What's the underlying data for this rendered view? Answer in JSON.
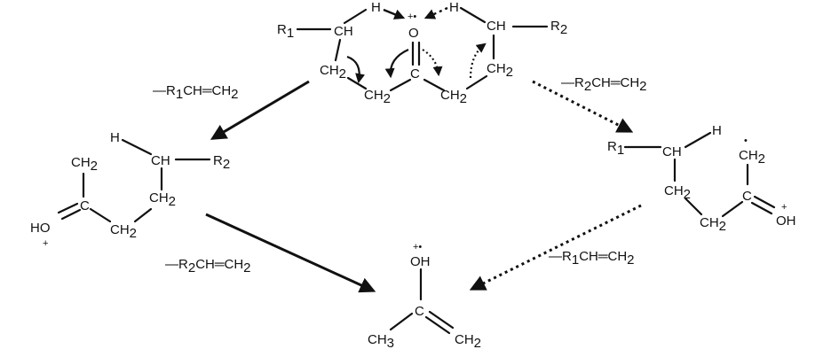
{
  "labels": {
    "r1": "R",
    "r2": "R",
    "sub_1": "1",
    "sub_2": "2",
    "sub_2h": "2",
    "sub_3": "3",
    "ch": "CH",
    "ch2": "CH",
    "ch3": "CH",
    "h": "H",
    "o": "O",
    "c": "C",
    "oh": "OH",
    "ho": "HO",
    "plus": "+",
    "radical_plus": "+•",
    "dot": "•",
    "eq": "=",
    "dash": "—"
  },
  "eliminations": {
    "left_top": "—R1CH=CH2",
    "right_top": "—R2CH=CH2",
    "left_bottom": "—R2CH=CH2",
    "right_bottom": "—R1CH=CH2"
  }
}
